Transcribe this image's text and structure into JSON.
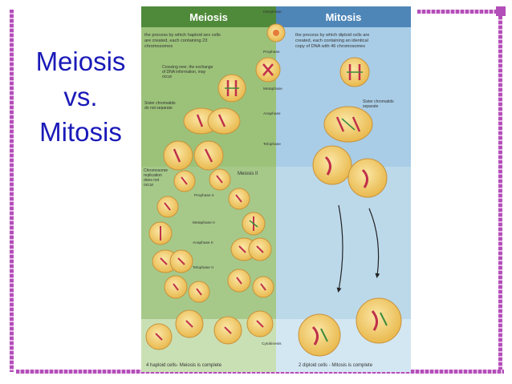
{
  "slide": {
    "title_line1": "Meiosis",
    "title_line2": "vs.",
    "title_line3": "Mitosis"
  },
  "figure": {
    "meiosis_header": "Meiosis",
    "mitosis_header": "Mitosis",
    "meiosis_desc": [
      "the process by which haploid sex cells",
      "are created, each containing 23",
      "chromosomes"
    ],
    "mitosis_desc": [
      "the process by which diploid cells are",
      "created, each containing an identical",
      "copy of DNA with 46 chromosomes"
    ],
    "crossing_over": [
      "Crossing over, the exchange",
      "of DNA information, may",
      "occur"
    ],
    "sister_not_separate": [
      "Sister chromatids",
      "do not separate"
    ],
    "sister_separate": [
      "Sister chromatids",
      "separate"
    ],
    "no_replication": [
      "Chromosome",
      "replication",
      "does not",
      "occur"
    ],
    "meiosis_ii": "Meiosis II",
    "phases": {
      "interphase": "Interphase",
      "prophase": "Prophase",
      "metaphase": "Metaphase",
      "anaphase": "Anaphase",
      "telophase": "Telophase",
      "prophase_ii": "Prophase II",
      "metaphase_ii": "Metaphase II",
      "anaphase_ii": "Anaphase II",
      "telophase_ii": "Telophase II",
      "cytokinesis": "Cytokinesis"
    },
    "meiosis_result": "4 haploid cells- Meiosis is complete",
    "mitosis_result": "2 diploid cells - Mitosis is complete"
  },
  "colors": {
    "title": "#1a1ab8",
    "meiosis_bg": "#9cc27a",
    "mitosis_bg": "#a9cde6",
    "header_meiosis": "#4f8a3a",
    "header_mitosis": "#4f86b8",
    "cell_fill": "#f4cf76",
    "cell_stroke": "#c9923a",
    "border_accent": "#b34fb8"
  }
}
